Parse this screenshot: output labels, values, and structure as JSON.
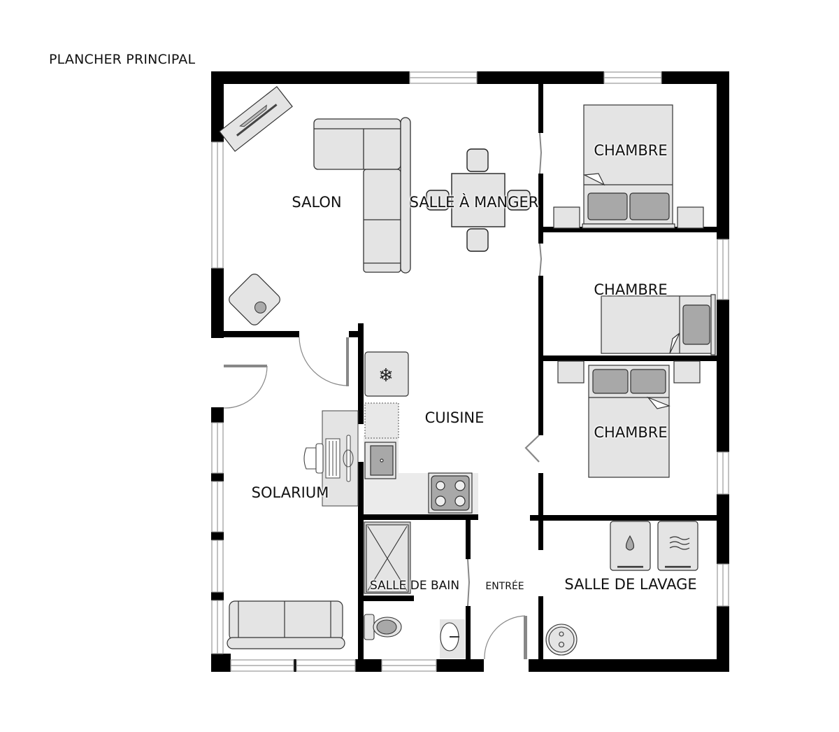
{
  "plan": {
    "title": "PLANCHER PRINCIPAL",
    "rooms": {
      "salon": "SALON",
      "salle_a_manger": "SALLE À MANGER",
      "chambre_1": "CHAMBRE",
      "chambre_2": "CHAMBRE",
      "chambre_3": "CHAMBRE",
      "cuisine": "CUISINE",
      "solarium": "SOLARIUM",
      "salle_de_bain": "SALLE DE BAIN",
      "entree": "ENTRÉE",
      "salle_de_lavage": "SALLE DE LAVAGE"
    },
    "colors": {
      "wall": "#000000",
      "furniture_fill": "#e4e4e4",
      "furniture_dark": "#a8a8a8",
      "outline": "#333333",
      "window": "#9a9a9a"
    }
  }
}
